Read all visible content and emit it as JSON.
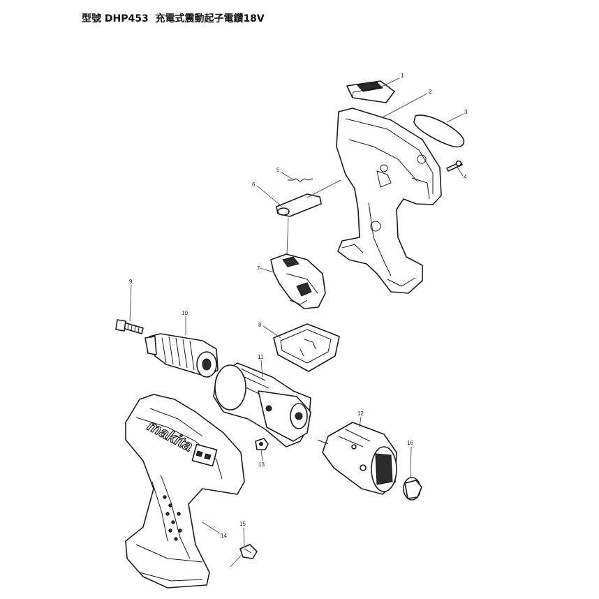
{
  "title": "型號 DHP453  充電式震動起子電鑽18V",
  "parts": [
    {
      "id": "part-1",
      "number": "1"
    },
    {
      "id": "part-2",
      "number": "2"
    },
    {
      "id": "part-3",
      "number": "3"
    },
    {
      "id": "part-4",
      "number": "4"
    },
    {
      "id": "part-5",
      "number": "5"
    },
    {
      "id": "part-6",
      "number": "6"
    },
    {
      "id": "part-7",
      "number": "7"
    },
    {
      "id": "part-8",
      "number": "8"
    },
    {
      "id": "part-9",
      "number": "9"
    },
    {
      "id": "part-10",
      "number": "10"
    },
    {
      "id": "part-11",
      "number": "11"
    },
    {
      "id": "part-12",
      "number": "12"
    },
    {
      "id": "part-13",
      "number": "13"
    },
    {
      "id": "part-14",
      "number": "14"
    },
    {
      "id": "part-15",
      "number": "15"
    },
    {
      "id": "part-16",
      "number": "16"
    }
  ],
  "brand_text": "makita",
  "colors": {
    "line": "#1a1a1a",
    "background": "#ffffff"
  }
}
